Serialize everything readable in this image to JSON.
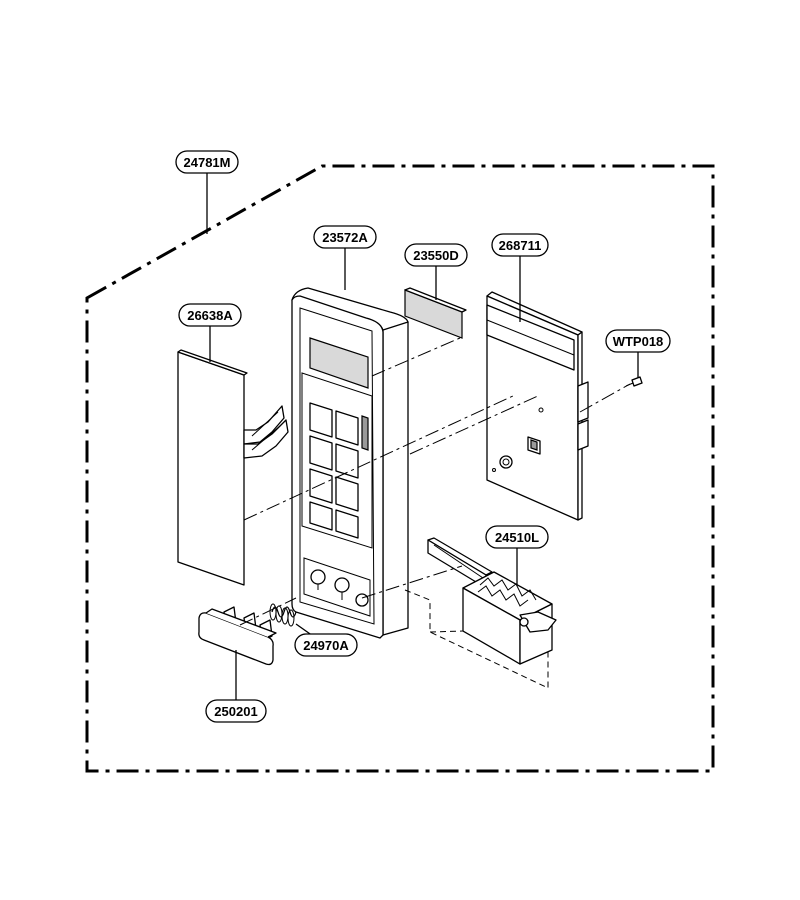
{
  "diagram": {
    "part_labels": {
      "assembly": "24781M",
      "control_panel_frame": "23572A",
      "window_sheet": "23550D",
      "pcb_assembly": "268711",
      "membrane_keypad": "26638A",
      "screw": "WTP018",
      "latch_lever": "24510L",
      "spring": "24970A",
      "door_button": "250201"
    }
  }
}
